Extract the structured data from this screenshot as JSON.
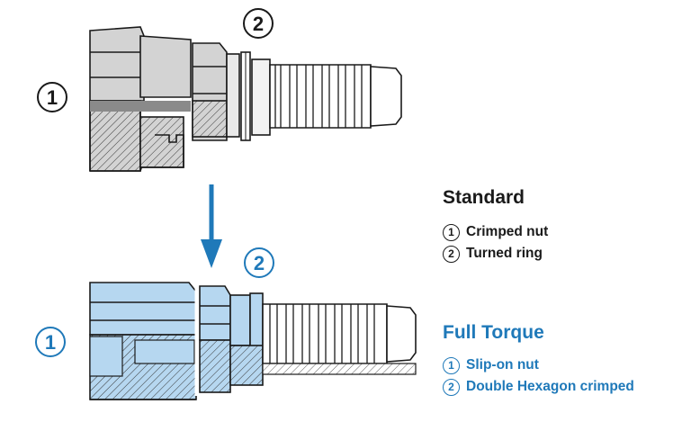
{
  "standard": {
    "callout_1": "1",
    "callout_2": "2",
    "title": "Standard",
    "items": [
      {
        "num": "1",
        "label": "Crimped nut"
      },
      {
        "num": "2",
        "label": "Turned ring"
      }
    ]
  },
  "full_torque": {
    "callout_1": "1",
    "callout_2": "2",
    "title": "Full Torque",
    "items": [
      {
        "num": "1",
        "label": "Slip-on nut"
      },
      {
        "num": "2",
        "label": "Double Hexagon crimped"
      }
    ]
  },
  "colors": {
    "standard_fill": "#d3d3d3",
    "full_torque_fill": "#b6d7f0",
    "accent_blue": "#1f79b9",
    "outline": "#1a1a1a"
  }
}
